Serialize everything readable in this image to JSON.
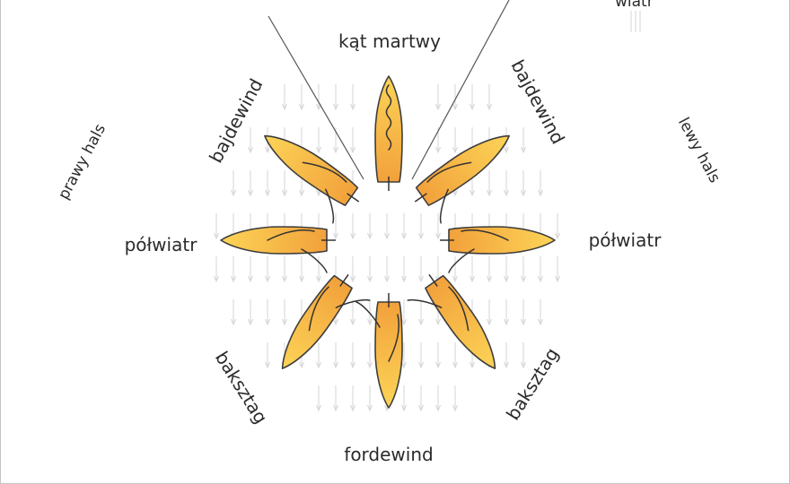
{
  "labels": {
    "top": "kąt martwy",
    "bajdewind_left": "bajdewind",
    "bajdewind_right": "bajdewind",
    "polwiatr_left": "półwiatr",
    "polwiatr_right": "półwiatr",
    "baksztag_left": "baksztag",
    "baksztag_right": "baksztag",
    "bottom": "fordewind",
    "prawy_hals": "prawy hals",
    "lewy_hals": "lewy hals",
    "wiatr": "wiatr"
  },
  "colors": {
    "hull_light": "#fcd457",
    "hull_dark": "#f2a13b",
    "outline": "#3d3d3d",
    "wind_arrows": "#d4d4d4",
    "text": "#2b2b2b"
  },
  "boats": [
    {
      "id": "dead-zone",
      "heading_deg": 0,
      "sail": "luffing"
    },
    {
      "id": "bajdewind-left",
      "heading_deg": -55,
      "sail": "right"
    },
    {
      "id": "bajdewind-right",
      "heading_deg": 55,
      "sail": "left"
    },
    {
      "id": "polwiatr-left",
      "heading_deg": -90,
      "sail": "right"
    },
    {
      "id": "polwiatr-right",
      "heading_deg": 90,
      "sail": "left"
    },
    {
      "id": "baksztag-left",
      "heading_deg": -145,
      "sail": "right"
    },
    {
      "id": "baksztag-right",
      "heading_deg": 145,
      "sail": "left"
    },
    {
      "id": "fordewind",
      "heading_deg": 180,
      "sail": "left"
    }
  ]
}
